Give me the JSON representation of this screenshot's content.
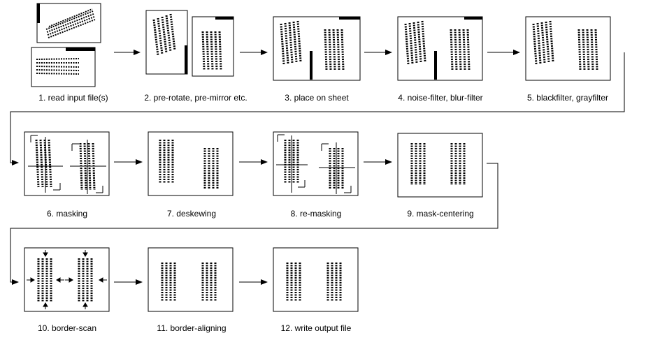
{
  "steps": [
    {
      "label": "1. read input file(s)"
    },
    {
      "label": "2. pre-rotate, pre-mirror etc."
    },
    {
      "label": "3. place on sheet"
    },
    {
      "label": "4. noise-filter, blur-filter"
    },
    {
      "label": "5. blackfilter, grayfilter"
    },
    {
      "label": "6. masking"
    },
    {
      "label": "7. deskewing"
    },
    {
      "label": "8. re-masking"
    },
    {
      "label": "9. mask-centering"
    },
    {
      "label": "10. border-scan"
    },
    {
      "label": "11. border-aligning"
    },
    {
      "label": "12. write output file"
    }
  ]
}
